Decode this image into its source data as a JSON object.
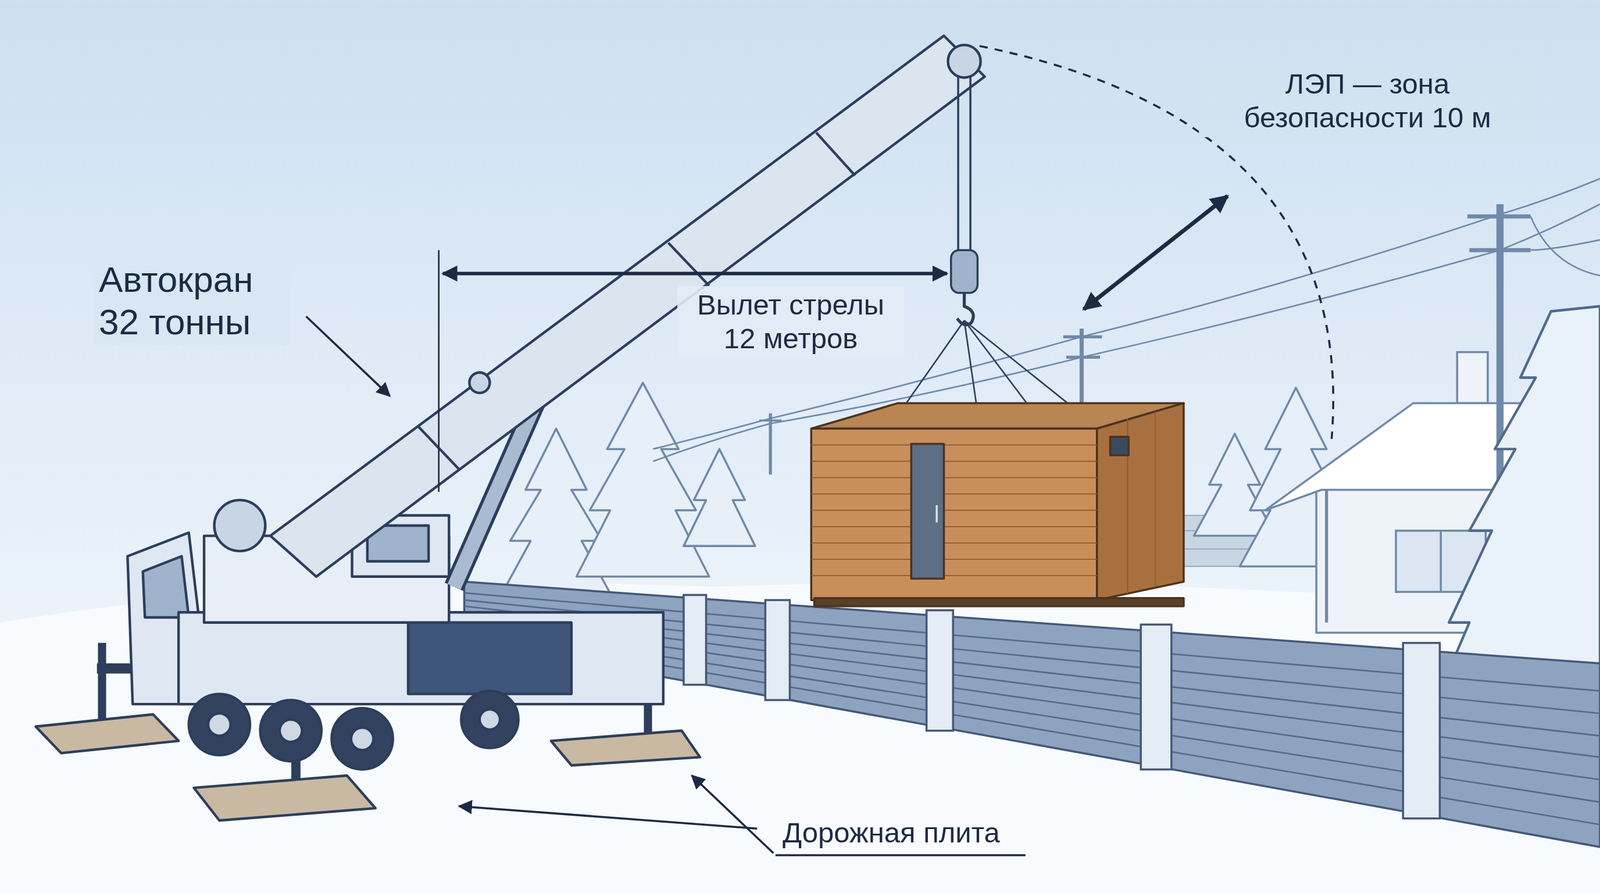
{
  "diagram": {
    "labels": [
      "Автокран 32 тонны",
      "Вылет стрелы 12 метров",
      "ЛЭП — зона безопасности 10 м",
      "Дорожная плита"
    ]
  }
}
